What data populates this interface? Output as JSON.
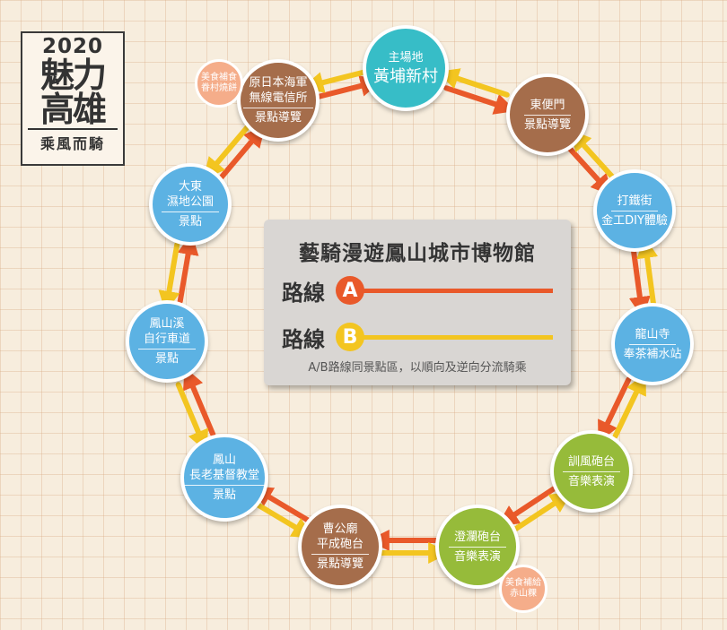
{
  "logo": {
    "year": "2020",
    "title": "魅力\n高雄",
    "title_top": "魅力",
    "title_bottom": "高雄",
    "subtitle": "乘風而騎"
  },
  "colors": {
    "route_a": "#e9592a",
    "route_b": "#f3c520",
    "blue": "#5cb2e3",
    "brown": "#a56d4b",
    "teal": "#37bdc7",
    "green": "#96bb3a"
  },
  "legend": {
    "title": "藝騎漫遊鳳山城市博物館",
    "route_a_label": "路線",
    "route_a_letter": "A",
    "route_b_label": "路線",
    "route_b_letter": "B",
    "note": "A/B路線同景點區，以順向及逆向分流騎乘"
  },
  "stations": [
    {
      "id": "huangpu",
      "name": "主場地",
      "type": "黃埔新村"
    },
    {
      "id": "dongbianmen",
      "name": "東便門",
      "type": "景點導覽"
    },
    {
      "id": "datiejie",
      "name": "打鐵街",
      "type": "金工DIY體驗"
    },
    {
      "id": "longshansi",
      "name": "龍山寺",
      "type": "奉茶補水站"
    },
    {
      "id": "xunfeng",
      "name": "訓風砲台",
      "type": "音樂表演"
    },
    {
      "id": "chenglan",
      "name": "澄瀾砲台",
      "type": "音樂表演"
    },
    {
      "id": "caogongmiao",
      "name": "曹公廟\n平成砲台",
      "type": "景點導覽"
    },
    {
      "id": "fengshan_church",
      "name": "鳳山\n長老基督教堂",
      "type": "景點"
    },
    {
      "id": "fengshanxi",
      "name": "鳳山溪\n自行車道",
      "type": "景點"
    },
    {
      "id": "dadong",
      "name": "大東\n濕地公園",
      "type": "景點"
    },
    {
      "id": "radio_station",
      "name": "原日本海軍\n無線電信所",
      "type": "景點導覽"
    }
  ],
  "badges": [
    {
      "id": "badge_top",
      "text": "美食補食\n眷村燒餅"
    },
    {
      "id": "badge_bottom",
      "text": "美食補給\n赤山粿"
    }
  ]
}
